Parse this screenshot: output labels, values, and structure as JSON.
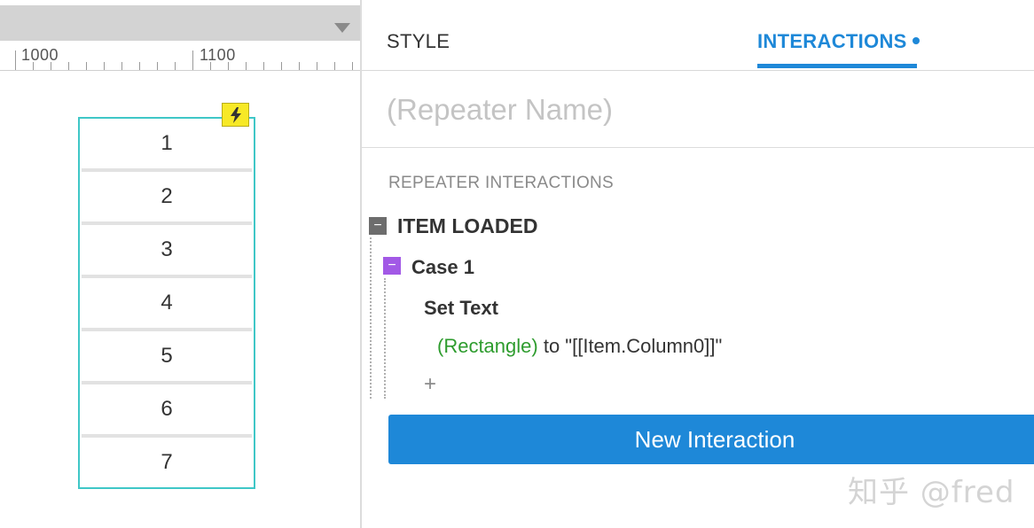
{
  "canvas": {
    "ruler": {
      "labels": [
        "1000",
        "1100"
      ]
    },
    "repeater": {
      "rows": [
        "1",
        "2",
        "3",
        "4",
        "5",
        "6",
        "7"
      ],
      "flag_icon": "lightning-bolt-icon"
    }
  },
  "inspector": {
    "tabs": [
      {
        "label": "STYLE",
        "active": false
      },
      {
        "label": "INTERACTIONS",
        "active": true
      }
    ],
    "name_field": {
      "value": "",
      "placeholder": "(Repeater Name)"
    },
    "section_label": "REPEATER INTERACTIONS",
    "event": {
      "label": "ITEM LOADED",
      "toggle": "−",
      "case": {
        "label": "Case 1",
        "toggle": "−",
        "action": {
          "label": "Set Text",
          "target": "(Rectangle)",
          "detail_text": " to \"[[Item.Column0]]\""
        }
      }
    },
    "add_action": "+",
    "new_interaction_button": "New Interaction"
  },
  "watermark": "知乎 @fred",
  "colors": {
    "accent": "#1e88d8",
    "repeater_border": "#3fc7c7",
    "case_toggle": "#a259e6",
    "event_toggle": "#6d6d6d",
    "target_text": "#2e9c2e",
    "flag": "#f7e926"
  }
}
